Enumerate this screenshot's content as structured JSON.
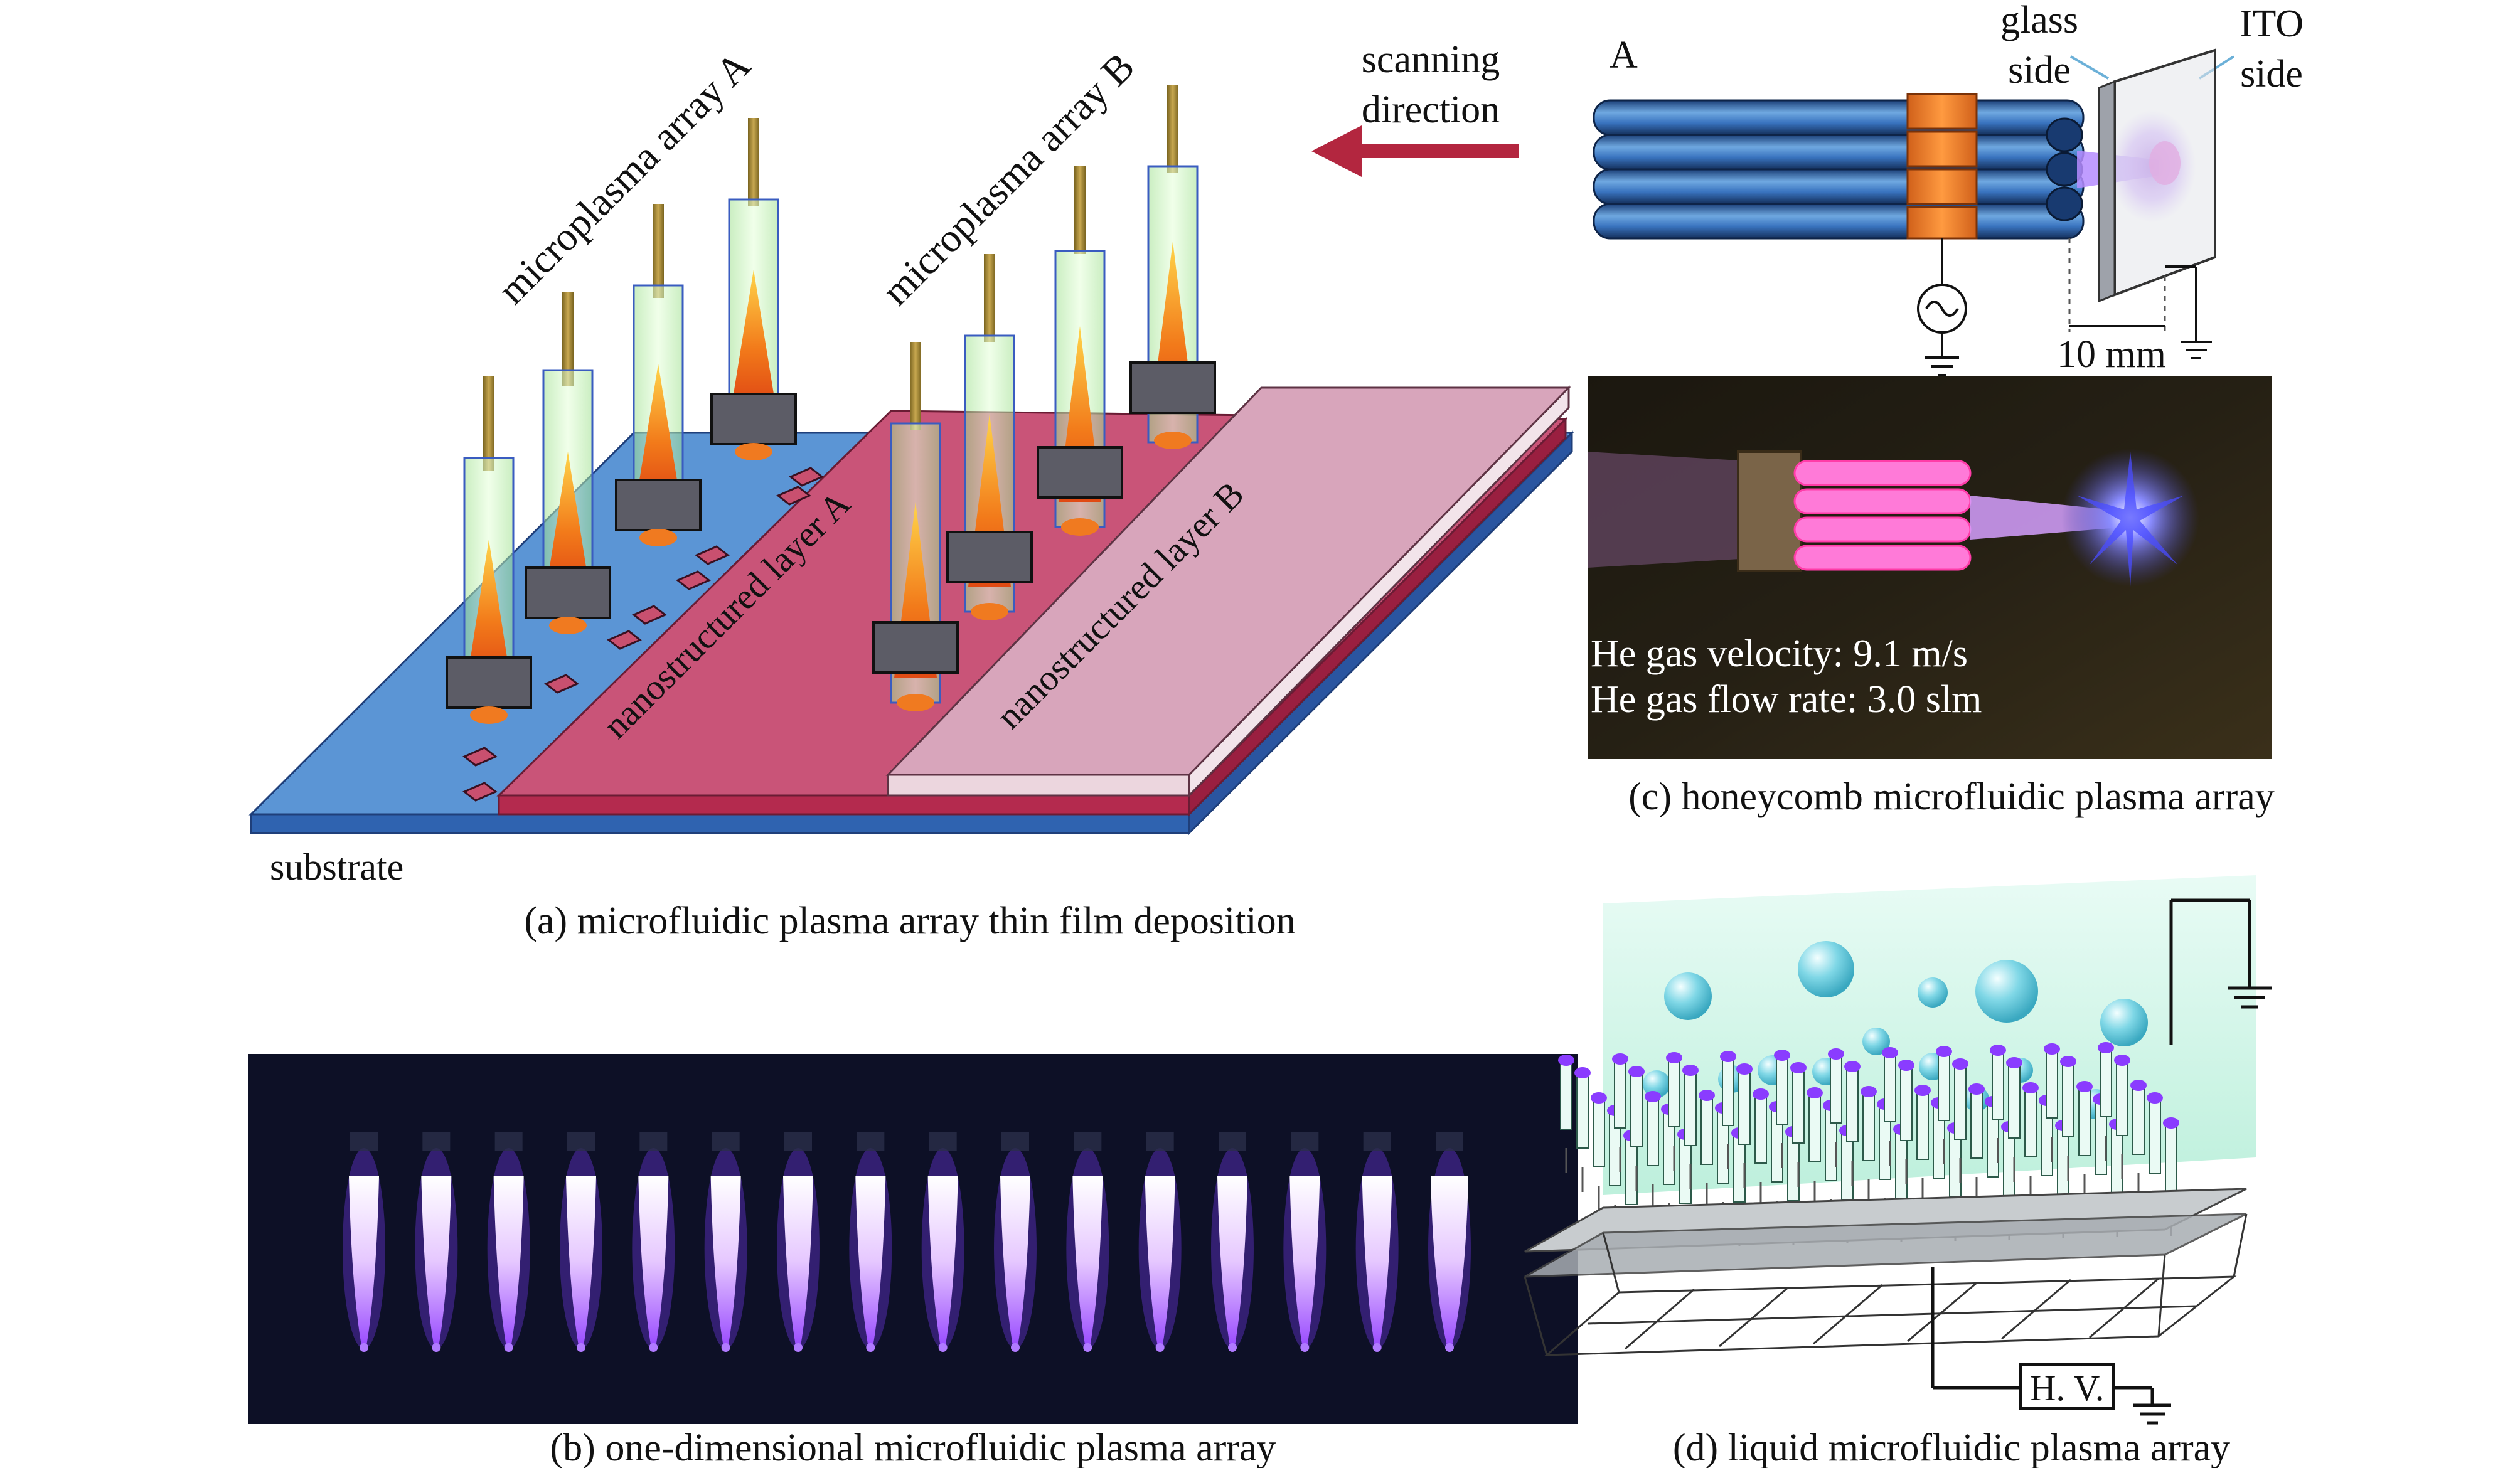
{
  "panel_a": {
    "caption": "(a) microfluidic plasma array thin film deposition",
    "array_a_label": "microplasma array A",
    "array_b_label": "microplasma array B",
    "scan_label_line1": "scanning",
    "scan_label_line2": "direction",
    "layer_a_label": "nanostructured layer A",
    "layer_b_label": "nanostructured layer B",
    "substrate_label": "substrate"
  },
  "panel_b": {
    "caption": "(b) one-dimensional microfluidic plasma array",
    "jet_count": 16
  },
  "panel_c": {
    "caption": "(c) honeycomb microfluidic plasma array",
    "label_a": "A",
    "glass_line1": "glass",
    "glass_line2": "side",
    "ito_line1": "ITO",
    "ito_line2": "side",
    "distance": "10 mm",
    "velocity": "He gas velocity: 9.1 m/s",
    "flow": "He gas flow rate: 3.0 slm"
  },
  "panel_d": {
    "caption": "(d) liquid microfluidic plasma array",
    "hv_label": "H. V."
  },
  "colors": {
    "substrate": "#4f86c6",
    "layer_a": "#c94a70",
    "layer_b": "#d9a3b8",
    "arrow": "#b3263f",
    "tube": "#c8f0c0",
    "plasma": "#e8a020",
    "jet": "#c9a2ff"
  }
}
